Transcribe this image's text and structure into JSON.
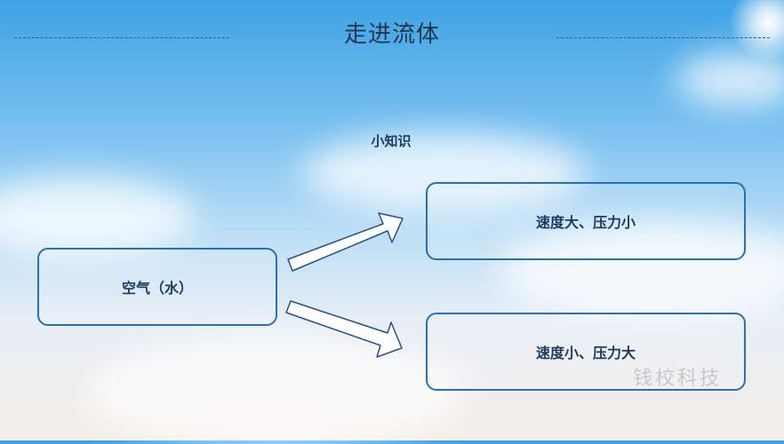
{
  "slide": {
    "title": "走进流体",
    "tip_label": "小知识"
  },
  "diagram": {
    "source_label": "空气（水）",
    "outcome_top_label": "速度大、压力小",
    "outcome_bottom_label": "速度小、压力大"
  },
  "watermark": "钱校科技",
  "colors": {
    "box_border": "#2a70b8",
    "text": "#1d3b63",
    "arrow_fill": "#ffffff",
    "arrow_stroke": "#23528c"
  }
}
